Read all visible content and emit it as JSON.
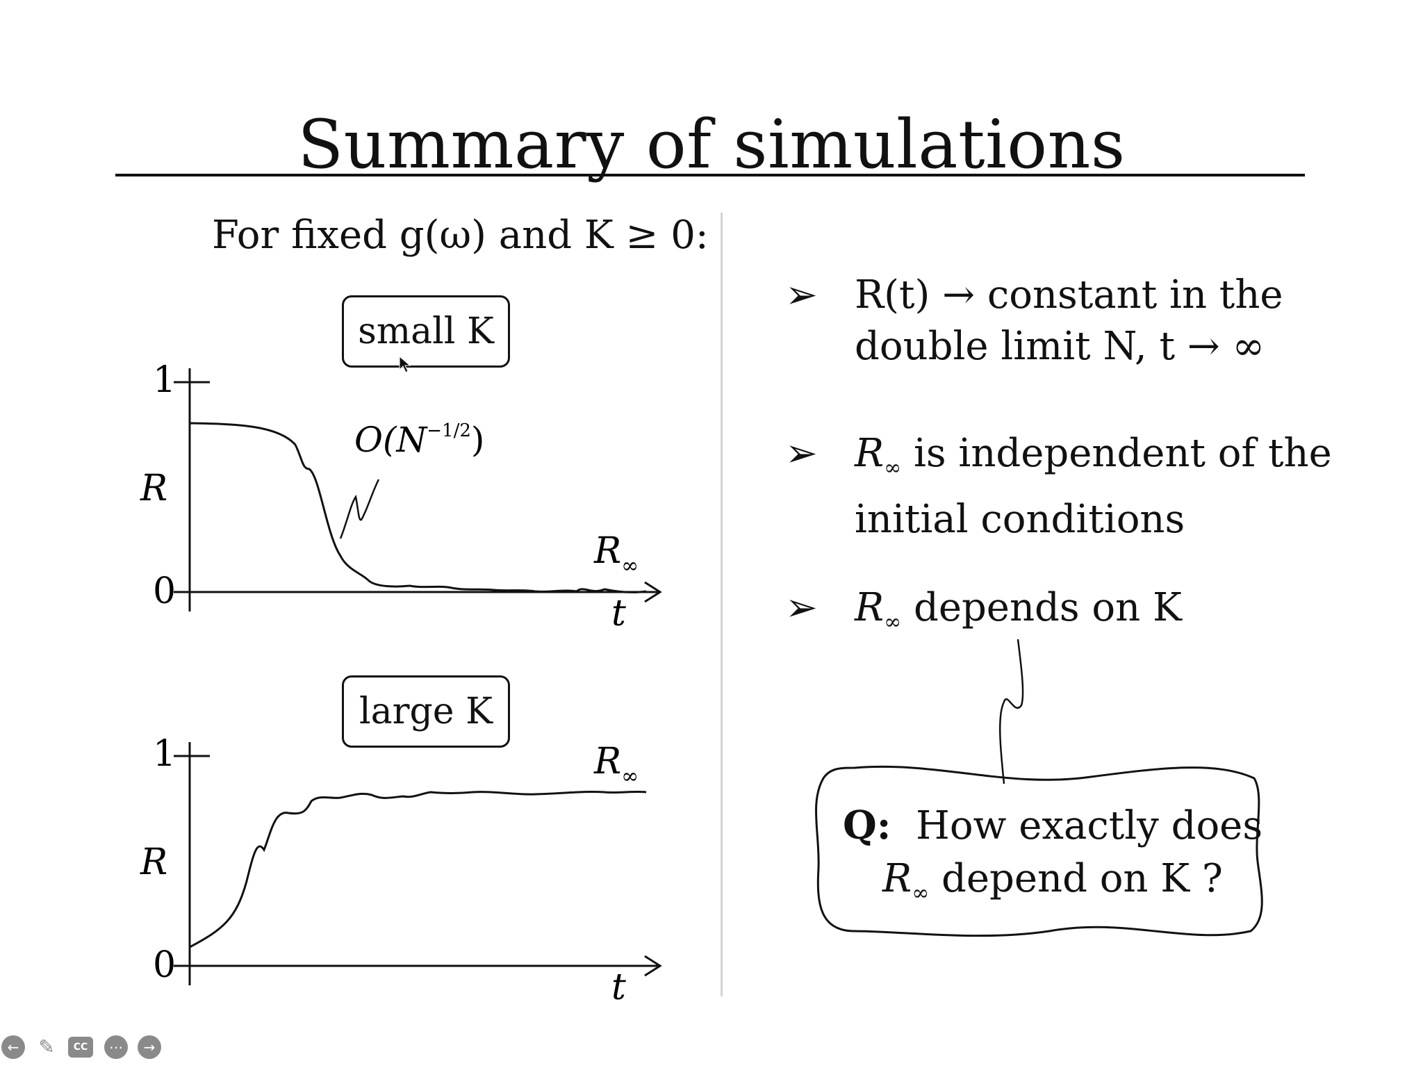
{
  "slide": {
    "title": "Summary of simulations",
    "fixed_caption": "For fixed g(ω) and K ≥ 0:"
  },
  "plot_small": {
    "label": "small K",
    "y_tick_1": "1",
    "y_tick_0": "0",
    "y_label": "R",
    "x_label": "t",
    "r_inf_label": "R",
    "r_inf_sub": "∞",
    "fluct_label": "O(N",
    "fluct_sup": "−1/2",
    "fluct_close": ")"
  },
  "plot_large": {
    "label": "large K",
    "y_tick_1": "1",
    "y_tick_0": "0",
    "y_label": "R",
    "x_label": "t",
    "r_inf_label": "R",
    "r_inf_sub": "∞"
  },
  "bullets": {
    "b1_line1": "R(t) → constant in the",
    "b1_line2": "double limit N, t → ∞",
    "b2_R": "R",
    "b2_sub": "∞",
    "b2_line1_rest": " is independent of the",
    "b2_line2": "initial conditions",
    "b3_R": "R",
    "b3_sub": "∞",
    "b3_rest": " depends on K",
    "arrow_glyph": "➢"
  },
  "question": {
    "q_label": "Q:",
    "line1": "How exactly does",
    "R": "R",
    "sub": "∞",
    "line2_rest": " depend on K ?"
  },
  "player": {
    "prev_icon": "arrow-left-icon",
    "pen_icon": "pen-icon",
    "cc_label": "CC",
    "more_icon": "more-icon",
    "next_icon": "arrow-right-icon"
  }
}
